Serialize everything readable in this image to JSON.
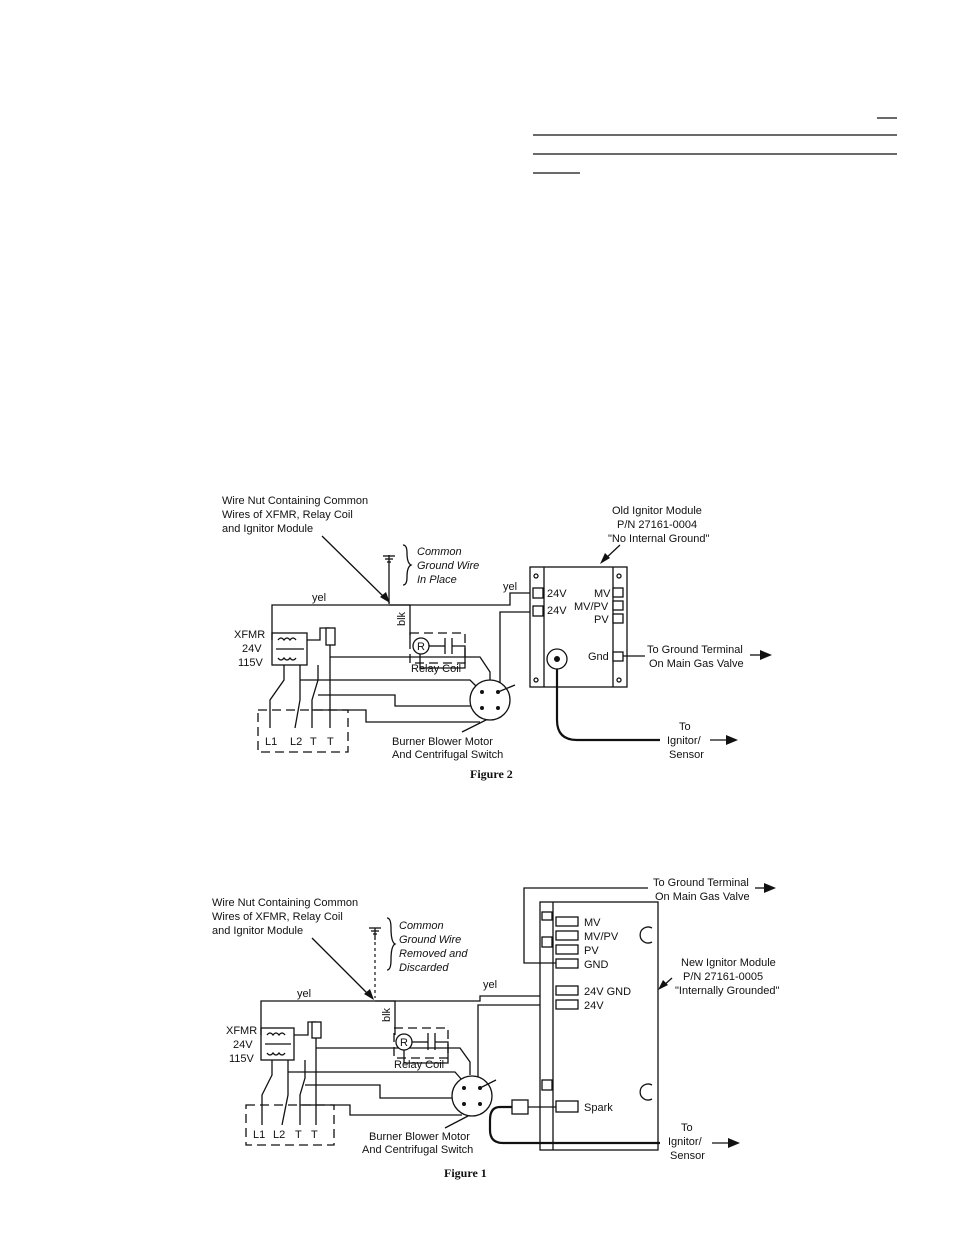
{
  "figure2": {
    "caption": "Figure 2",
    "wire_nut_label": [
      "Wire Nut Containing Common",
      "Wires of XFMR, Relay Coil",
      "and Ignitor Module"
    ],
    "ground_note": [
      "Common",
      "Ground Wire",
      "In Place"
    ],
    "module_label": [
      "Old Ignitor Module",
      "P/N 27161-0004",
      "\"No Internal Ground\""
    ],
    "xfmr_label": [
      "XFMR",
      "24V",
      "115V"
    ],
    "wire_yel_left": "yel",
    "wire_yel_right": "yel",
    "wire_blk": "blk",
    "relay_coil": "Relay Coil",
    "relay_r": "R",
    "terminals": [
      "L1",
      "L2",
      "T",
      "T"
    ],
    "motor_label": [
      "Burner Blower Motor",
      "And Centrifugal Switch"
    ],
    "module_left_terms": [
      "24V",
      "24V"
    ],
    "module_right_terms": [
      "MV",
      "MV/PV",
      "PV",
      "Gnd"
    ],
    "to_ground": [
      "To Ground Terminal",
      "On Main Gas Valve"
    ],
    "to_ignitor": [
      "To",
      "Ignitor/",
      "Sensor"
    ]
  },
  "figure1": {
    "caption": "Figure 1",
    "wire_nut_label": [
      "Wire Nut Containing Common",
      "Wires of XFMR, Relay Coil",
      "and Ignitor Module"
    ],
    "ground_note": [
      "Common",
      "Ground Wire",
      "Removed and",
      "Discarded"
    ],
    "module_label": [
      "New Ignitor Module",
      "P/N 27161-0005",
      "\"Internally Grounded\""
    ],
    "xfmr_label": [
      "XFMR",
      "24V",
      "115V"
    ],
    "wire_yel_left": "yel",
    "wire_yel_right": "yel",
    "wire_blk": "blk",
    "relay_coil": "Relay Coil",
    "relay_r": "R",
    "terminals": [
      "L1",
      "L2",
      "T",
      "T"
    ],
    "motor_label": [
      "Burner Blower Motor",
      "And Centrifugal Switch"
    ],
    "module_terms": [
      "MV",
      "MV/PV",
      "PV",
      "GND",
      "24V GND",
      "24V",
      "Spark"
    ],
    "to_ground": [
      "To Ground Terminal",
      "On Main Gas Valve"
    ],
    "to_ignitor": [
      "To",
      "Ignitor/",
      "Sensor"
    ]
  }
}
